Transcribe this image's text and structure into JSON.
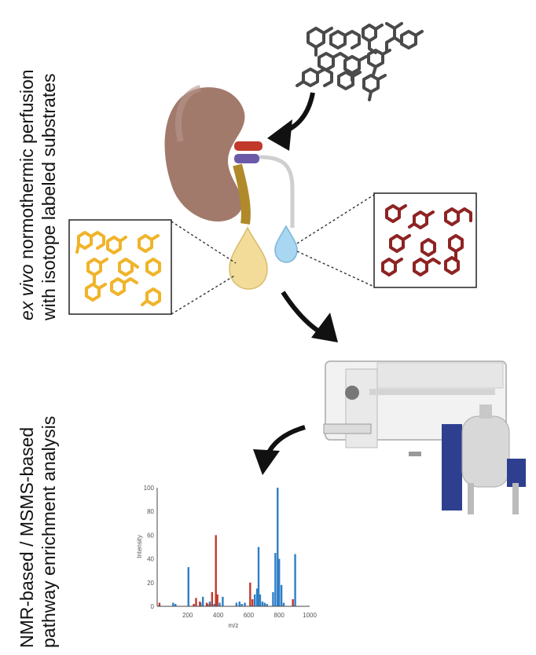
{
  "labels": {
    "perfusion_italic": "ex vivo",
    "perfusion_line1_rest": " normothermic perfusion",
    "perfusion_line2": "with isotope labeled substrates",
    "analysis_line1": "NMR-based / MSMS-based",
    "analysis_line2": "pathway enrichment analysis"
  },
  "colors": {
    "kidney": "#a17a6c",
    "ureter": "#b08a2a",
    "artery": "#c0392b",
    "vein": "#6a5aa8",
    "labeled_molecule": "#f0b42a",
    "unlabeled_molecule": "#8e2323",
    "substrate_molecule": "#4a4a4a",
    "urine_drop": "#f3dc99",
    "perfusate_drop": "#a9d6f0",
    "arrow": "#111111",
    "series_blue": "#2f7fc6",
    "series_red": "#c0392b"
  },
  "icons": [
    "kidney-icon",
    "urine-drop-icon",
    "perfusate-drop-icon",
    "mass-spectrometer-icon",
    "nmr-spectrometer-icon"
  ],
  "chart_data": {
    "type": "bar",
    "xlabel": "m/z",
    "ylabel": "Intensity",
    "xlim": [
      0,
      1000
    ],
    "ylim": [
      0,
      100
    ],
    "xticks": [
      200,
      400,
      600,
      800,
      1000
    ],
    "yticks": [
      0,
      20,
      40,
      60,
      80,
      100
    ],
    "grid": false,
    "series": [
      {
        "color": "blue",
        "x": [
          105,
          120,
          205,
          285,
          300,
          330,
          345,
          360,
          375,
          410,
          430,
          520,
          540,
          555,
          575,
          640,
          655,
          665,
          675,
          690,
          705,
          720,
          760,
          775,
          790,
          800,
          815,
          830,
          905
        ],
        "y": [
          3,
          2,
          33,
          3,
          8,
          2,
          4,
          3,
          2,
          3,
          8,
          3,
          4,
          2,
          3,
          10,
          15,
          50,
          10,
          4,
          3,
          2,
          12,
          45,
          100,
          40,
          18,
          3,
          44
        ]
      },
      {
        "color": "red",
        "x": [
          15,
          240,
          255,
          280,
          325,
          345,
          360,
          385,
          395,
          610,
          625,
          890
        ],
        "y": [
          3,
          2,
          7,
          4,
          3,
          2,
          12,
          60,
          10,
          20,
          6,
          6
        ]
      }
    ]
  }
}
